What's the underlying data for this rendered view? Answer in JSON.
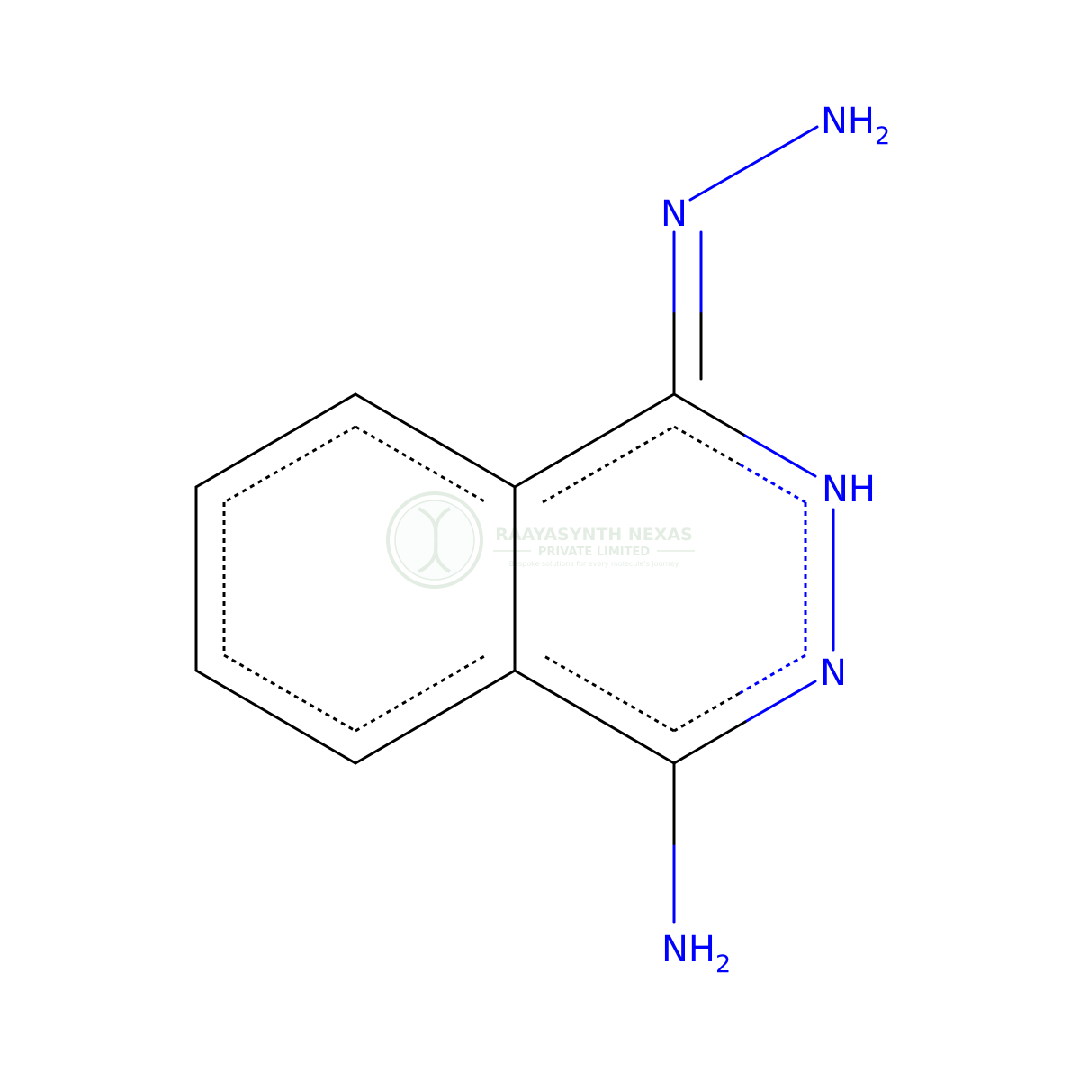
{
  "molecule": {
    "atoms": {
      "hydrazine_nh2": {
        "symbol": "NH",
        "subscript": "2"
      },
      "imine_n": {
        "symbol": "N"
      },
      "ring_nh": {
        "symbol": "NH"
      },
      "ring_n": {
        "symbol": "N"
      },
      "amine_nh2": {
        "symbol": "NH",
        "subscript": "2"
      }
    }
  },
  "watermark": {
    "company": "RAAYASYNTH NEXAS",
    "subtitle": "PRIVATE LIMITED",
    "tagline": "Bespoke solutions for every molecule's journey"
  },
  "colors": {
    "carbon_bond": "#000000",
    "nitrogen": "#0000FF",
    "watermark": "#2e7d32"
  }
}
